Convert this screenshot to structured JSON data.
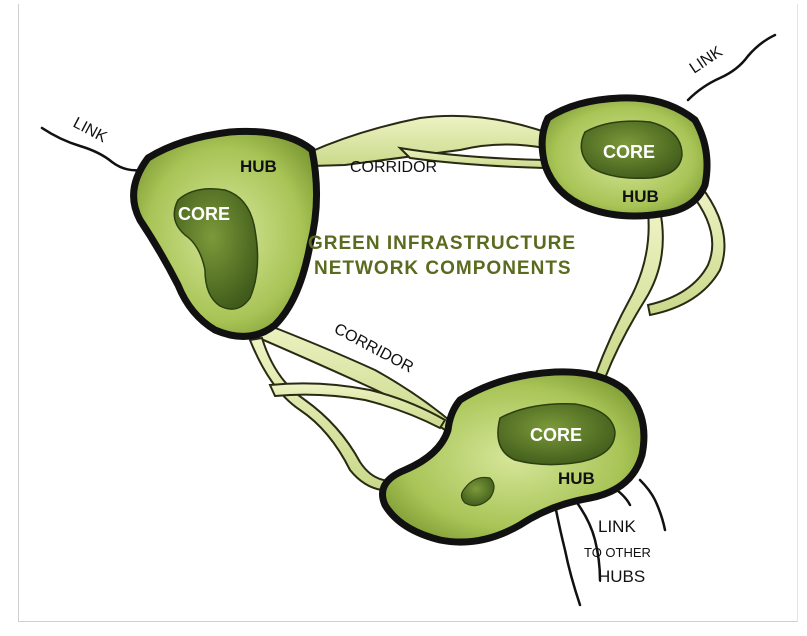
{
  "diagram": {
    "title_line1": "GREEN INFRASTRUCTURE",
    "title_line2": "NETWORK COMPONENTS",
    "labels": {
      "core_left": "CORE",
      "core_top_right": "CORE",
      "core_bottom": "CORE",
      "hub_left": "HUB",
      "hub_top_right": "HUB",
      "hub_bottom": "HUB",
      "corridor_top": "CORRIDOR",
      "corridor_left": "CORRIDOR",
      "link_left": "LINK",
      "link_top_right": "LINK",
      "link_bottom": "LINK",
      "to_other": "TO OTHER",
      "hubs": "HUBS"
    }
  },
  "colors": {
    "hub_fill": "#9fbf4a",
    "hub_light": "#c9dc86",
    "core_fill": "#4f6b24",
    "outline": "#111111",
    "corridor_fill": "#dfe7a3",
    "title": "#5a6a1e"
  }
}
